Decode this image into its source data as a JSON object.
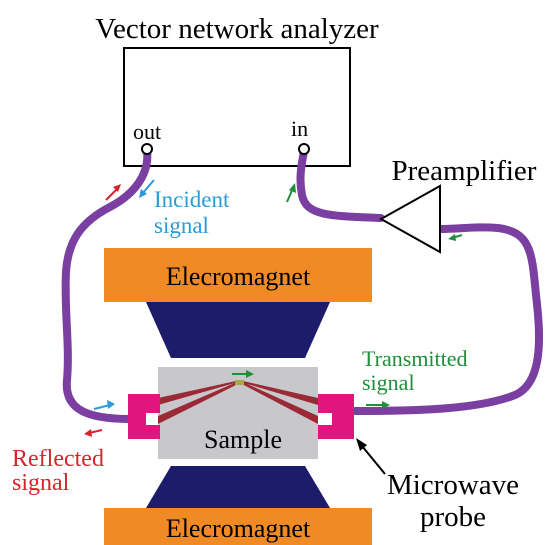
{
  "title": "Vector network analyzer",
  "ports": {
    "out": "out",
    "in": "in"
  },
  "preamplifier": "Preamplifier",
  "incident": {
    "line1": "Incident",
    "line2": "signal"
  },
  "transmitted": {
    "line1": "Transmitted",
    "line2": "signal"
  },
  "reflected": {
    "line1": "Reflected",
    "line2": "signal"
  },
  "magnet_top": "Elecromagnet",
  "magnet_bottom": "Elecromagnet",
  "sample": "Sample",
  "probe": {
    "line1": "Microwave",
    "line2": "probe"
  },
  "colors": {
    "cable": "#7a3fa0",
    "magnet_body": "#f08a24",
    "pole": "#1c1c6b",
    "sample": "#c8c8cc",
    "electrode": "#9a2a35",
    "probe": "#e0157e",
    "incident": "#2a9ad8",
    "transmitted": "#1f8f3a",
    "reflected": "#d8232a"
  }
}
